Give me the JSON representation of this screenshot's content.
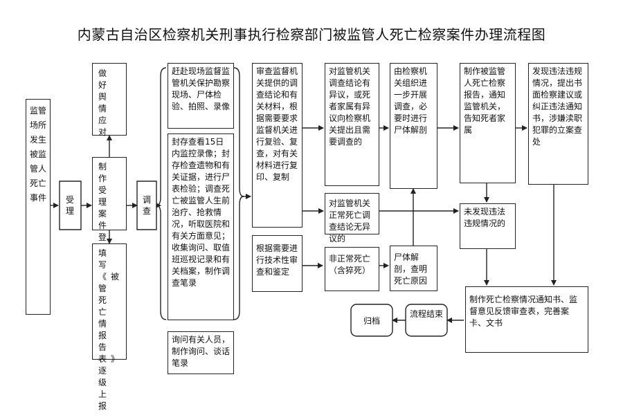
{
  "title": "内蒙古自治区检察机关刑事执行检察部门被监管人死亡检察案件办理流程图",
  "nodes": {
    "start": "监管场所发生被监管人死亡事件",
    "accept": "受理",
    "media": "做好舆情应对",
    "register": "制作受理案件登记表",
    "report": "填写《被管死亡情报告表》逐级上报",
    "investigate": "调查",
    "scene": "赶赴现场监督监管机关保护勘察现场、尸体检验、拍照、录像",
    "evidence": "封存查看15日内监控录像；封存检查遗物和有关证据，进行尸表检验；调查死亡被监管人生前治疗、抢救情况，听取医院和有关方面意见；收集询问、取值班巡视记录和有关档案，制作调查笔录",
    "interview": "询问有关人员，制作询问、谈话笔录",
    "review": "审查监督机关提供的调查结论和有关材料，根据需要要求监督机关进行复验、复查，对有关材料进行复印、复制",
    "tech": "根据需要进行技术性审查和鉴定",
    "objection": "对监管机关调查结论有异议，或死者家属有异议向检察机关提出且需要调查的",
    "no_objection": "对监管机关正常死亡调查结论无异议的",
    "abnormal": "非正常死亡（含猝死）",
    "further": "由检察机关组织进一步开展调查，必要时进行尸体解剖",
    "autopsy": "尸体解剖，查明死亡原因",
    "notice": "制作被监管人死亡检察报告，通知监管机关，告知死者家属",
    "violation": "发现违法违规情况，提出书面检察建议或纠正违法通知书，涉嫌渎职犯罪的立案查处",
    "no_violation": "未发现违法违规情况的",
    "docs": "制作死亡检察情况通知书、监督意见反馈审查表，完善案卡、文书",
    "end": "流程结束",
    "archive": "归档"
  }
}
